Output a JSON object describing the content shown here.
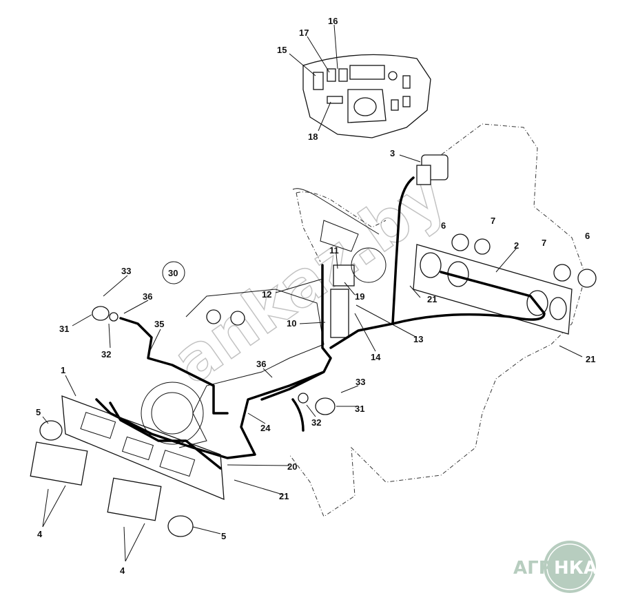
{
  "diagram": {
    "callouts": [
      "16",
      "17",
      "15",
      "18",
      "3",
      "6",
      "7",
      "2",
      "7",
      "6",
      "21",
      "21",
      "11",
      "12",
      "19",
      "10",
      "13",
      "14",
      "30",
      "33",
      "36",
      "31",
      "32",
      "35",
      "1",
      "36",
      "33",
      "31",
      "32",
      "24",
      "5",
      "20",
      "21",
      "4",
      "5",
      "4"
    ],
    "watermark": "ankaz.by",
    "logo": {
      "left": "АГРО",
      "right": "НКА"
    },
    "colors": {
      "line": "#111111",
      "logo": "#b7cdbf"
    }
  }
}
